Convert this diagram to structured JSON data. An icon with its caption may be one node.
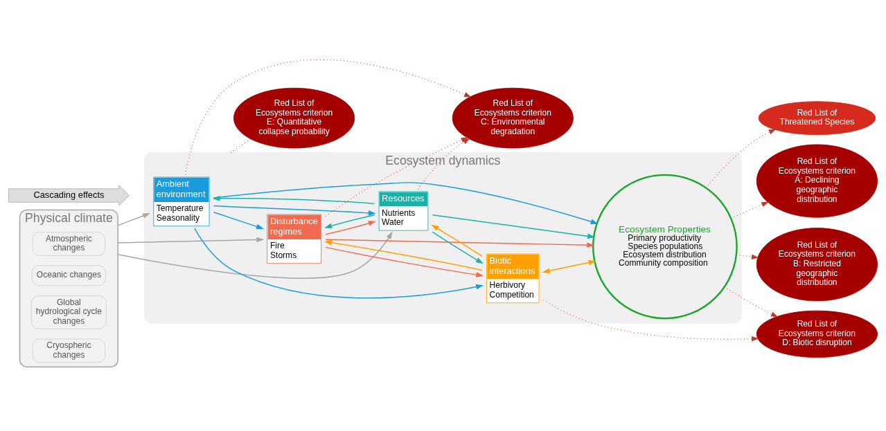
{
  "diagram": {
    "nodes": [
      {
        "text": [
          "Physical climate"
        ]
      },
      {
        "text": [
          "Atmospheric changes"
        ],
        "in": 0
      },
      {
        "text": [
          "Oceanic changes"
        ],
        "in": 0
      },
      {
        "text": [
          "Global hydrological cycle changes"
        ],
        "in": 0
      },
      {
        "text": [
          "Cryospheric changes"
        ],
        "in": 0
      },
      {
        "text": [
          "Ecosystem dynamics"
        ]
      },
      {
        "text": [
          "Ambient environment",
          "Temperature",
          "Seasonality"
        ],
        "in": 5
      },
      {
        "text": [
          "Disturbance regimes",
          "Fire",
          "Storms"
        ],
        "in": 5
      },
      {
        "text": [
          "Resources",
          "Nutrients",
          "Water"
        ],
        "in": 5
      },
      {
        "text": [
          "Biotic interactions",
          "Herbivory",
          "Competition"
        ],
        "in": 5
      },
      {
        "text": [
          "Ecosystem Properties",
          "Primary productivity",
          "Species populations",
          "Ecosystem distribution",
          "Community composition"
        ],
        "in": 5
      },
      {
        "text": [
          "Red List of Threatened Species"
        ]
      },
      {
        "text": [
          "Red List of Ecosystems criterion A: Declining geographic distribution"
        ]
      },
      {
        "text": [
          "Red List of Ecosystems criterion B: Restricted geographic distribution"
        ]
      },
      {
        "text": [
          "Red List of Ecosystems criterion C: Environmental degradation"
        ]
      },
      {
        "text": [
          "Red List of Ecosystems criterion D: Biotic disruption"
        ]
      },
      {
        "text": [
          "Red List of Ecosystems criterion E: Quantitative collapse probability"
        ]
      }
    ],
    "edges": [
      {
        "from": 0,
        "to": 6,
        "arrow": "to",
        "color": "#a6a6a6"
      },
      {
        "from": 0,
        "to": 7,
        "arrow": "to",
        "color": "#a6a6a6"
      },
      {
        "from": 0,
        "to": 8,
        "arrow": "to",
        "color": "#a6a6a6"
      },
      {
        "from": 6,
        "to": 10,
        "arrow": "to",
        "color": "#1a9bdc"
      },
      {
        "from": 6,
        "to": 7,
        "arrow": "to",
        "color": "#1a9bdc"
      },
      {
        "from": 6,
        "to": 8,
        "arrow": "to",
        "color": "#1a9bdc"
      },
      {
        "from": 6,
        "to": 9,
        "arrow": "to",
        "color": "#1a9bdc"
      },
      {
        "from": 8,
        "to": 6,
        "arrow": "to",
        "color": "#17b3a8"
      },
      {
        "from": 8,
        "to": 7,
        "arrow": "to",
        "color": "#17b3a8"
      },
      {
        "from": 8,
        "to": 10,
        "arrow": "to",
        "color": "#17b3a8"
      },
      {
        "from": 8,
        "to": 9,
        "arrow": "to",
        "color": "#17b3a8"
      },
      {
        "from": 7,
        "to": 8,
        "arrow": "to",
        "color": "#ef6a4f"
      },
      {
        "from": 7,
        "to": 10,
        "arrow": "to",
        "color": "#ef6a4f"
      },
      {
        "from": 7,
        "to": 9,
        "arrow": "to",
        "color": "#ef6a4f"
      },
      {
        "from": 9,
        "to": 8,
        "arrow": "to",
        "color": "#ffa000"
      },
      {
        "from": 9,
        "to": 7,
        "arrow": "to",
        "color": "#ffa000"
      },
      {
        "from": 9,
        "to": 10,
        "arrow": "both",
        "color": "#ffa000"
      },
      {
        "from": 6,
        "to": 14,
        "arrow": "to",
        "style": "dashed",
        "color": "#c0392b"
      },
      {
        "from": 7,
        "to": 14,
        "arrow": "to",
        "style": "dashed",
        "color": "#c0392b"
      },
      {
        "from": 8,
        "to": 14,
        "arrow": "to",
        "style": "dashed",
        "color": "#c0392b"
      },
      {
        "from": 10,
        "to": 11,
        "arrow": "to",
        "style": "dashed",
        "color": "#c0392b"
      },
      {
        "from": 10,
        "to": 12,
        "arrow": "to",
        "style": "dashed",
        "color": "#c0392b"
      },
      {
        "from": 10,
        "to": 13,
        "arrow": "to",
        "style": "dashed",
        "color": "#c0392b"
      },
      {
        "from": 10,
        "to": 15,
        "arrow": "to",
        "style": "dashed",
        "color": "#c0392b"
      },
      {
        "from": 9,
        "to": 15,
        "arrow": "to",
        "style": "dashed",
        "color": "#c0392b"
      },
      {
        "from": 5,
        "to": 16,
        "arrow": "none",
        "style": "dashed",
        "color": "#c0392b"
      }
    ],
    "labels": [
      "Cascading effects"
    ]
  }
}
